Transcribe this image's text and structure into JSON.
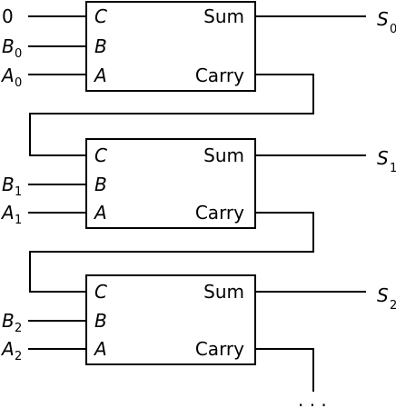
{
  "inputs": {
    "carry_in": "0",
    "b0": "B",
    "b0_sub": "0",
    "a0": "A",
    "a0_sub": "0",
    "b1": "B",
    "b1_sub": "1",
    "a1": "A",
    "a1_sub": "1",
    "b2": "B",
    "b2_sub": "2",
    "a2": "A",
    "a2_sub": "2"
  },
  "adders": [
    {
      "port_c": "C",
      "port_b": "B",
      "port_a": "A",
      "sum": "Sum",
      "carry": "Carry",
      "out": "S",
      "out_sub": "0"
    },
    {
      "port_c": "C",
      "port_b": "B",
      "port_a": "A",
      "sum": "Sum",
      "carry": "Carry",
      "out": "S",
      "out_sub": "1"
    },
    {
      "port_c": "C",
      "port_b": "B",
      "port_a": "A",
      "sum": "Sum",
      "carry": "Carry",
      "out": "S",
      "out_sub": "2"
    }
  ],
  "continuation": ". . ."
}
